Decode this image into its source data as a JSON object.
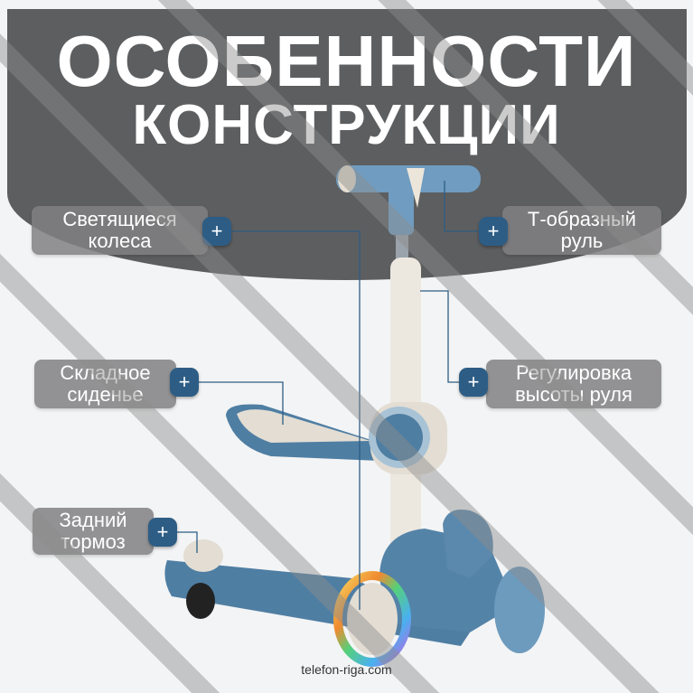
{
  "header": {
    "line1": "ОСОБЕННОСТИ",
    "line2": "КОНСТРУКЦИИ"
  },
  "features": [
    {
      "line1": "Светящиеся",
      "line2": "колеса"
    },
    {
      "line1": "Т-образный",
      "line2": "руль"
    },
    {
      "line1": "Складное",
      "line2": "сиденье"
    },
    {
      "line1": "Регулировка",
      "line2": "высоты руля"
    },
    {
      "line1": "Задний",
      "line2": "тормоз"
    }
  ],
  "plus_symbol": "+",
  "watermark": "telefon-riga.com",
  "colors": {
    "header": "#5d5e60",
    "accent": "#2d5d85",
    "scooter": "#4f7ea3"
  }
}
